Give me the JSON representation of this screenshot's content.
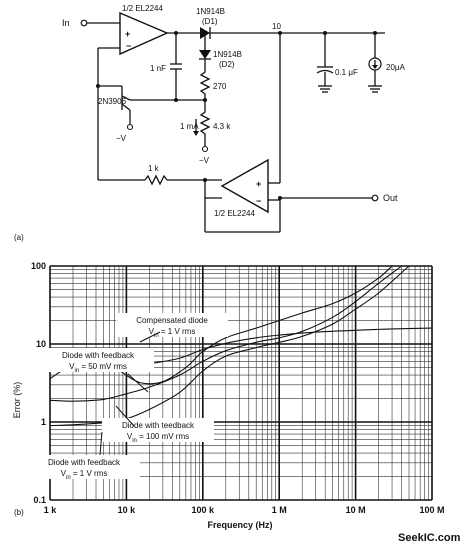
{
  "schematic": {
    "input_label": "In",
    "opamp1_label": "1/2 EL2244",
    "opamp1_plus": "+",
    "opamp1_minus": "−",
    "d1_part": "1N914B",
    "d1_ref": "(D1)",
    "node_label": "10",
    "cap1_label": "1 nF",
    "d2_part": "1N914B",
    "d2_ref": "(D2)",
    "r270_label": "270",
    "transistor_label": "2N3906",
    "neg_supply_1": "−V",
    "current_label": "1 mA",
    "r43k_label": "4.3 k",
    "neg_supply_2": "−V",
    "cap2_label": "0.1 μF",
    "isrc_label": "20μA",
    "r1k_label": "1 k",
    "opamp2_plus": "+",
    "opamp2_minus": "−",
    "opamp2_label": "1/2 EL2244",
    "output_label": "Out",
    "panel_label": "(a)"
  },
  "chart_data": {
    "type": "line",
    "panel_label": "(b)",
    "xlabel": "Frequency (Hz)",
    "ylabel": "Error (%)",
    "x_scale": "log",
    "y_scale": "log",
    "xlim": [
      1000,
      100000000
    ],
    "ylim": [
      0.1,
      100
    ],
    "x_tick_labels": [
      "1 k",
      "10 k",
      "100 k",
      "1 M",
      "10 M",
      "100 M"
    ],
    "y_tick_labels": [
      "100",
      "10",
      "1",
      "0.1"
    ],
    "grid": true,
    "series": [
      {
        "name": "Compensated diode V_in = 1 V rms",
        "x": [
          1000,
          2000,
          5000,
          10000,
          20000,
          50000,
          100000,
          200000,
          500000,
          1000000,
          3000000,
          10000000,
          30000000,
          100000000
        ],
        "y": [
          6.0,
          5.8,
          5.4,
          5.3,
          5.6,
          6.6,
          8.5,
          10.2,
          12.0,
          13.0,
          14.2,
          15.0,
          15.6,
          16.0
        ]
      },
      {
        "name": "Diode with feedback V_in = 50 mV rms",
        "x": [
          1000,
          2000,
          4000,
          8000,
          15000,
          30000,
          60000,
          100000,
          200000,
          500000,
          1000000,
          2000000,
          5000000,
          10000000,
          20000000,
          30000000
        ],
        "y": [
          3.6,
          5.5,
          7.0,
          4.6,
          3.2,
          3.3,
          5.0,
          8.0,
          12.0,
          16.0,
          20.0,
          25.0,
          33.0,
          45.0,
          70.0,
          100.0
        ]
      },
      {
        "name": "Diode with teedback V_in = 100 mV rms",
        "x": [
          1000,
          2000,
          5000,
          10000,
          20000,
          50000,
          100000,
          200000,
          500000,
          1000000,
          2000000,
          5000000,
          10000000,
          20000000,
          40000000
        ],
        "y": [
          1.9,
          1.85,
          1.95,
          2.3,
          2.8,
          4.0,
          6.0,
          8.2,
          10.5,
          12.0,
          14.5,
          22.0,
          35.0,
          60.0,
          100.0
        ]
      },
      {
        "name": "Diode with feedback V_in = 1 V rms",
        "x": [
          1000,
          2000,
          5000,
          10000,
          20000,
          50000,
          100000,
          200000,
          500000,
          1000000,
          2000000,
          5000000,
          10000000,
          20000000,
          50000000
        ],
        "y": [
          0.9,
          0.92,
          0.98,
          1.1,
          1.45,
          2.4,
          4.5,
          7.0,
          9.0,
          10.5,
          12.5,
          18.0,
          28.0,
          45.0,
          100.0
        ]
      }
    ],
    "annotations": [
      {
        "line1": "Compensated diode",
        "line2": "V",
        "sub": "in",
        "rest": " = 1 V rms"
      },
      {
        "line1": "Diode with feedback",
        "line2": "V",
        "sub": "in",
        "rest": " = 50 mV rms"
      },
      {
        "line1": "Diode with teedback",
        "line2": "V",
        "sub": "in",
        "rest": " = 100 mV rms"
      },
      {
        "line1": "Diode with feedback",
        "line2": "V",
        "sub": "in",
        "rest": " = 1 V rms"
      }
    ]
  },
  "watermark": "SeekIC.com"
}
